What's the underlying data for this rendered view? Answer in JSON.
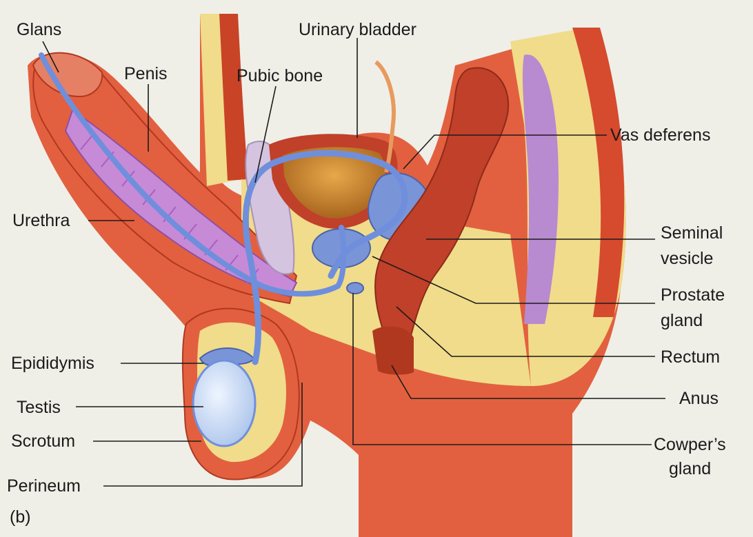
{
  "figure_tag": "(b)",
  "labels": {
    "glans": "Glans",
    "penis": "Penis",
    "pubic_bone": "Pubic bone",
    "urinary_bladder": "Urinary bladder",
    "vas_deferens": "Vas deferens",
    "urethra": "Urethra",
    "seminal_vesicle_1": "Seminal",
    "seminal_vesicle_2": "vesicle",
    "prostate_gland_1": "Prostate",
    "prostate_gland_2": "gland",
    "epididymis": "Epididymis",
    "rectum": "Rectum",
    "testis": "Testis",
    "anus": "Anus",
    "scrotum": "Scrotum",
    "cowpers_gland_1": "Cowper’s",
    "cowpers_gland_2": "gland",
    "perineum": "Perineum"
  },
  "colors": {
    "background": "#efefe8",
    "skin": "#e2603f",
    "skin_dark": "#c94327",
    "fat": "#f0dc8a",
    "erectile_tissue": "#c78ad6",
    "duct": "#6f8fdc",
    "bladder": "#c98a2a",
    "rectum": "#c0402a",
    "testis": "#c9dcf4"
  }
}
